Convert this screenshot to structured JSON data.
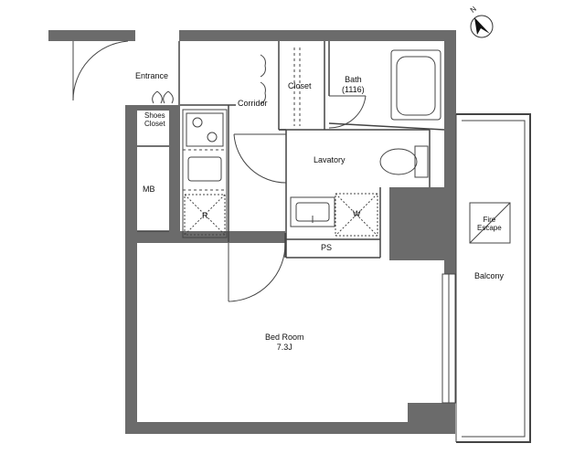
{
  "rooms": {
    "entrance": "Entrance",
    "shoes_closet_line1": "Shoes",
    "shoes_closet_line2": "Closet",
    "corridor": "Corridor",
    "closet": "Closet",
    "bath": "Bath",
    "bath_size": "(1116)",
    "lavatory": "Lavatory",
    "mb": "MB",
    "ps": "PS",
    "bed_room": "Bed Room",
    "bed_room_size": "7.3J",
    "balcony": "Balcony",
    "fire_escape_line1": "Fire",
    "fire_escape_line2": "Escape"
  },
  "fixtures": {
    "refrigerator": "R",
    "washer": "W"
  },
  "compass": {
    "label": "N"
  },
  "colors": {
    "wall": "#6b6b6b",
    "line": "#444444"
  }
}
